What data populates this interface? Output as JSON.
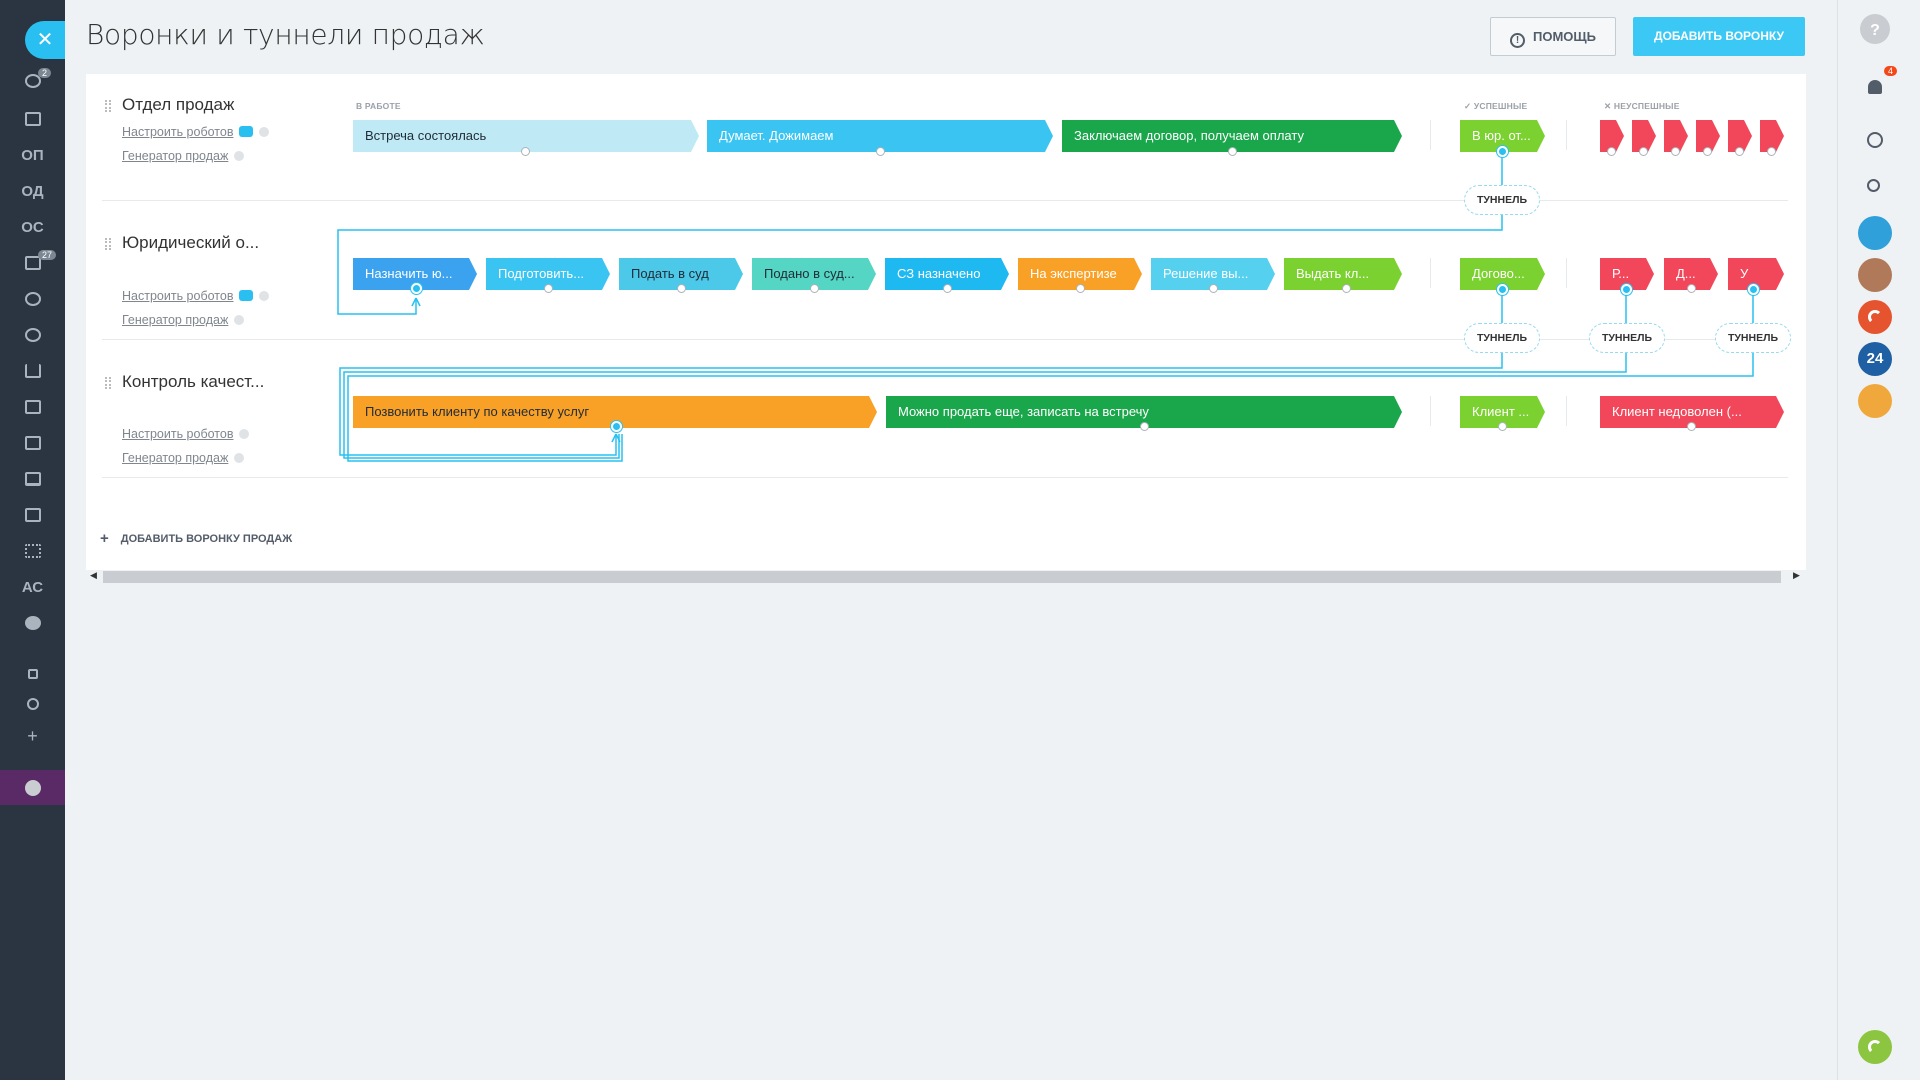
{
  "page": {
    "title": "Воронки и туннели продаж"
  },
  "header": {
    "help_label": "ПОМОЩЬ",
    "help_icon_glyph": "!",
    "add_funnel_label": "ДОБАВИТЬ ВОРОНКУ"
  },
  "left_sidebar": {
    "close_glyph": "✕",
    "filter_badge": "2",
    "tasks_badge": "27",
    "text_items": [
      "ОП",
      "ОД",
      "ОС",
      "АС"
    ]
  },
  "columns": {
    "in_work": "В РАБОТЕ",
    "success": "УСПЕШНЫЕ",
    "fail": "НЕУСПЕШНЫЕ",
    "success_glyph": "✓",
    "fail_glyph": "✕"
  },
  "links": {
    "robots": "Настроить роботов",
    "generator": "Генератор продаж"
  },
  "funnels": [
    {
      "name": "Отдел продаж",
      "stages": [
        {
          "label": "Встреча состоялась",
          "color": "#bfeaf5"
        },
        {
          "label": "Думает. Дожимаем",
          "color": "#39c4f2"
        },
        {
          "label": "Заключаем договор, получаем оплату",
          "color": "#1aa74b"
        }
      ],
      "success": [
        {
          "label": "В юр. от...",
          "color": "#7bd130"
        }
      ],
      "fail": [
        {
          "label": "",
          "color": "#f2475b"
        },
        {
          "label": "",
          "color": "#f2475b"
        },
        {
          "label": "",
          "color": "#f2475b"
        },
        {
          "label": "",
          "color": "#f2475b"
        },
        {
          "label": "",
          "color": "#f2475b"
        },
        {
          "label": "",
          "color": "#f2475b"
        }
      ]
    },
    {
      "name": "Юридический о...",
      "stages": [
        {
          "label": "Назначить ю...",
          "color": "#3aa2ee"
        },
        {
          "label": "Подготовить...",
          "color": "#39c4f2"
        },
        {
          "label": "Подать в суд",
          "color": "#4cc9e8"
        },
        {
          "label": "Подано в суд...",
          "color": "#55d6c4"
        },
        {
          "label": "СЗ назначено",
          "color": "#1eb9f0"
        },
        {
          "label": "На экспертизе",
          "color": "#f9a126"
        },
        {
          "label": "Решение вы...",
          "color": "#55d0ef"
        },
        {
          "label": "Выдать кл...",
          "color": "#7bd130"
        }
      ],
      "success": [
        {
          "label": "Догово...",
          "color": "#7bd130"
        }
      ],
      "fail": [
        {
          "label": "Р...",
          "color": "#f2475b"
        },
        {
          "label": "Д...",
          "color": "#f2475b"
        },
        {
          "label": "У",
          "color": "#f2475b"
        }
      ]
    },
    {
      "name": "Контроль качест...",
      "stages": [
        {
          "label": "Позвонить клиенту по качеству услуг",
          "color": "#f9a126"
        },
        {
          "label": "Можно продать еще, записать на встречу",
          "color": "#1aa74b"
        }
      ],
      "success": [
        {
          "label": "Клиент ...",
          "color": "#7bd130"
        }
      ],
      "fail": [
        {
          "label": "Клиент недоволен (...",
          "color": "#f2475b"
        }
      ]
    }
  ],
  "tunnel_label": "ТУННЕЛЬ",
  "add_sales_funnel": {
    "plus": "+",
    "label": "ДОБАВИТЬ ВОРОНКУ ПРОДАЖ"
  },
  "scroll": {
    "left_glyph": "◀",
    "right_glyph": "▶"
  },
  "right_sidebar": {
    "help_glyph": "?",
    "notifications_badge": "4",
    "counter_24": "24"
  },
  "colors": {
    "accent": "#3bc8f5",
    "tunnel_line": "#29c0f1"
  }
}
